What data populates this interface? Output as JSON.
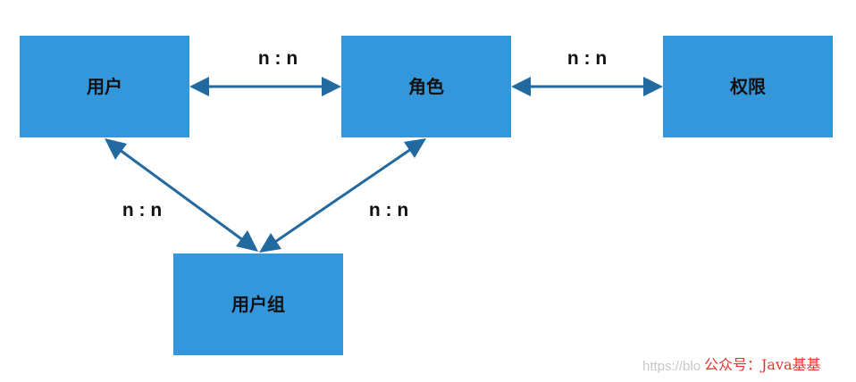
{
  "diagram": {
    "nodes": {
      "user": {
        "label": "用户"
      },
      "role": {
        "label": "角色"
      },
      "permission": {
        "label": "权限"
      },
      "user_group": {
        "label": "用户组"
      }
    },
    "edges": {
      "user_role": {
        "label": "n : n"
      },
      "role_permission": {
        "label": "n : n"
      },
      "user_usergroup": {
        "label": "n : n"
      },
      "role_usergroup": {
        "label": "n : n"
      }
    }
  },
  "watermark": {
    "url_text": "https://blo",
    "credit_text": "公众号：Java基基"
  },
  "colors": {
    "node_fill": "#3597db",
    "edge": "#2269a0",
    "watermark_credit": "#e0362c"
  }
}
